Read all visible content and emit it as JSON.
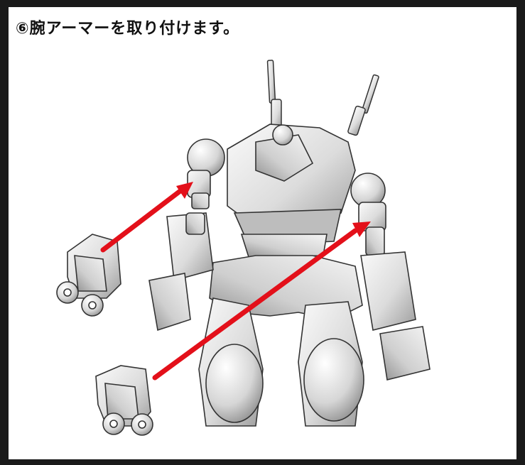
{
  "step": {
    "title": "⑥腕アーマーを取り付けます。"
  },
  "colors": {
    "frame": "#1a1a1a",
    "arrow": "#e3101a",
    "part_light": "#f2f2f2",
    "part_shadow": "#a9a9a9",
    "outline": "#333333"
  },
  "illustration": {
    "subject": "robot-figure-upper-body",
    "parts": [
      "left-arm-armor-piece",
      "right-arm-armor-piece"
    ]
  }
}
